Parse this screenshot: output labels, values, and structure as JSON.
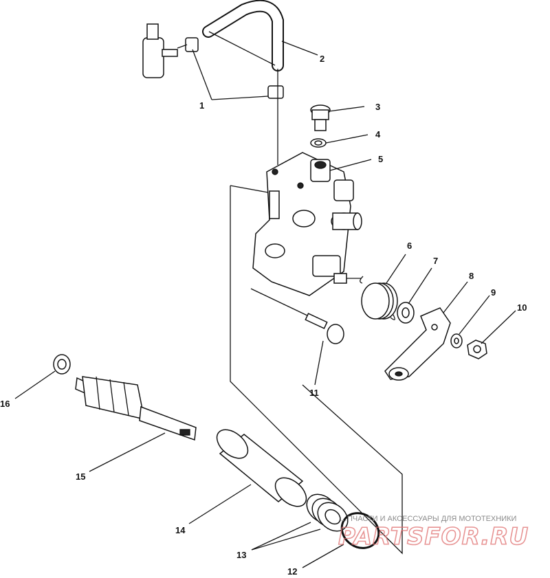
{
  "callouts": [
    {
      "id": "c1",
      "text": "1"
    },
    {
      "id": "c2",
      "text": "2"
    },
    {
      "id": "c3",
      "text": "3"
    },
    {
      "id": "c4",
      "text": "4"
    },
    {
      "id": "c5",
      "text": "5"
    },
    {
      "id": "c6",
      "text": "6"
    },
    {
      "id": "c7",
      "text": "7"
    },
    {
      "id": "c8",
      "text": "8"
    },
    {
      "id": "c9",
      "text": "9"
    },
    {
      "id": "c10",
      "text": "10"
    },
    {
      "id": "c11",
      "text": "11"
    },
    {
      "id": "c12",
      "text": "12"
    },
    {
      "id": "c13",
      "text": "13"
    },
    {
      "id": "c14",
      "text": "14"
    },
    {
      "id": "c15",
      "text": "15"
    },
    {
      "id": "c16",
      "text": "16"
    }
  ],
  "watermark": {
    "tagline": "…ПЧАСТИ И АКСЕССУАРЫ ДЛЯ МОТОТЕХНИКИ",
    "logo": "PARTSFOR.RU",
    "logo_color": "#e07070"
  }
}
